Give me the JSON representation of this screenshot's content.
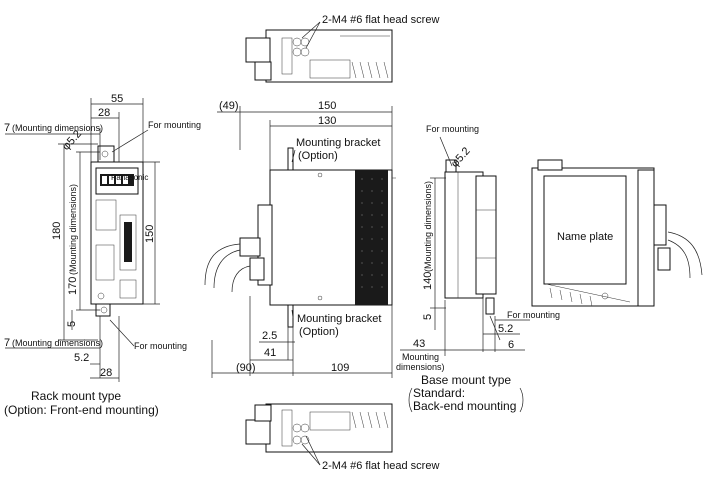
{
  "screws": {
    "top": "2-M4  #6 flat head screw",
    "bottom": "2-M4  #6 flat head screw"
  },
  "rack": {
    "title": "Rack mount type",
    "subtitle": "(Option: Front-end mounting)",
    "dims": {
      "width_55": "55",
      "width_28_top": "28",
      "mounting_7_top": "7",
      "mounting_dimensions_top": "(Mounting dimensions)",
      "hole_dia": "φ5.2",
      "height_180": "180",
      "height_170": "170",
      "height_170_caption": "(Mounting dimensions)",
      "height_150": "150",
      "mounting_5": "5",
      "mounting_7_bottom": "7",
      "mounting_dimensions_bottom": "(Mounting dimensions)",
      "w_5_2": "5.2",
      "width_28_bottom": "28"
    },
    "for_mounting_top": "For mounting",
    "for_mounting_bottom": "For mounting",
    "brand": "Panasonic"
  },
  "side": {
    "dims": {
      "d_49": "(49)",
      "d_150": "150",
      "d_130": "130",
      "d_2_5": "2.5",
      "d_41": "41",
      "d_90": "(90)",
      "d_109": "109"
    },
    "bracket_top": "Mounting bracket",
    "bracket_top_option": "(Option)",
    "bracket_bottom": "Mounting bracket",
    "bracket_bottom_option": "(Option)"
  },
  "base": {
    "title": "Base mount type",
    "standard": "Standard:",
    "back_end": "Back-end mounting",
    "for_mounting_top": "For mounting",
    "for_mounting_bottom": "For mounting",
    "hole_dia": "φ5.2",
    "dims": {
      "height_140": "140",
      "height_140_caption": "(Mounting dimensions)",
      "mounting_5": "5",
      "w_5_2": "5.2",
      "w_6": "6",
      "d_43": "43",
      "mounting_dimensions_1": "Mounting",
      "mounting_dimensions_2": "dimensions)"
    },
    "name_plate": "Name plate"
  }
}
